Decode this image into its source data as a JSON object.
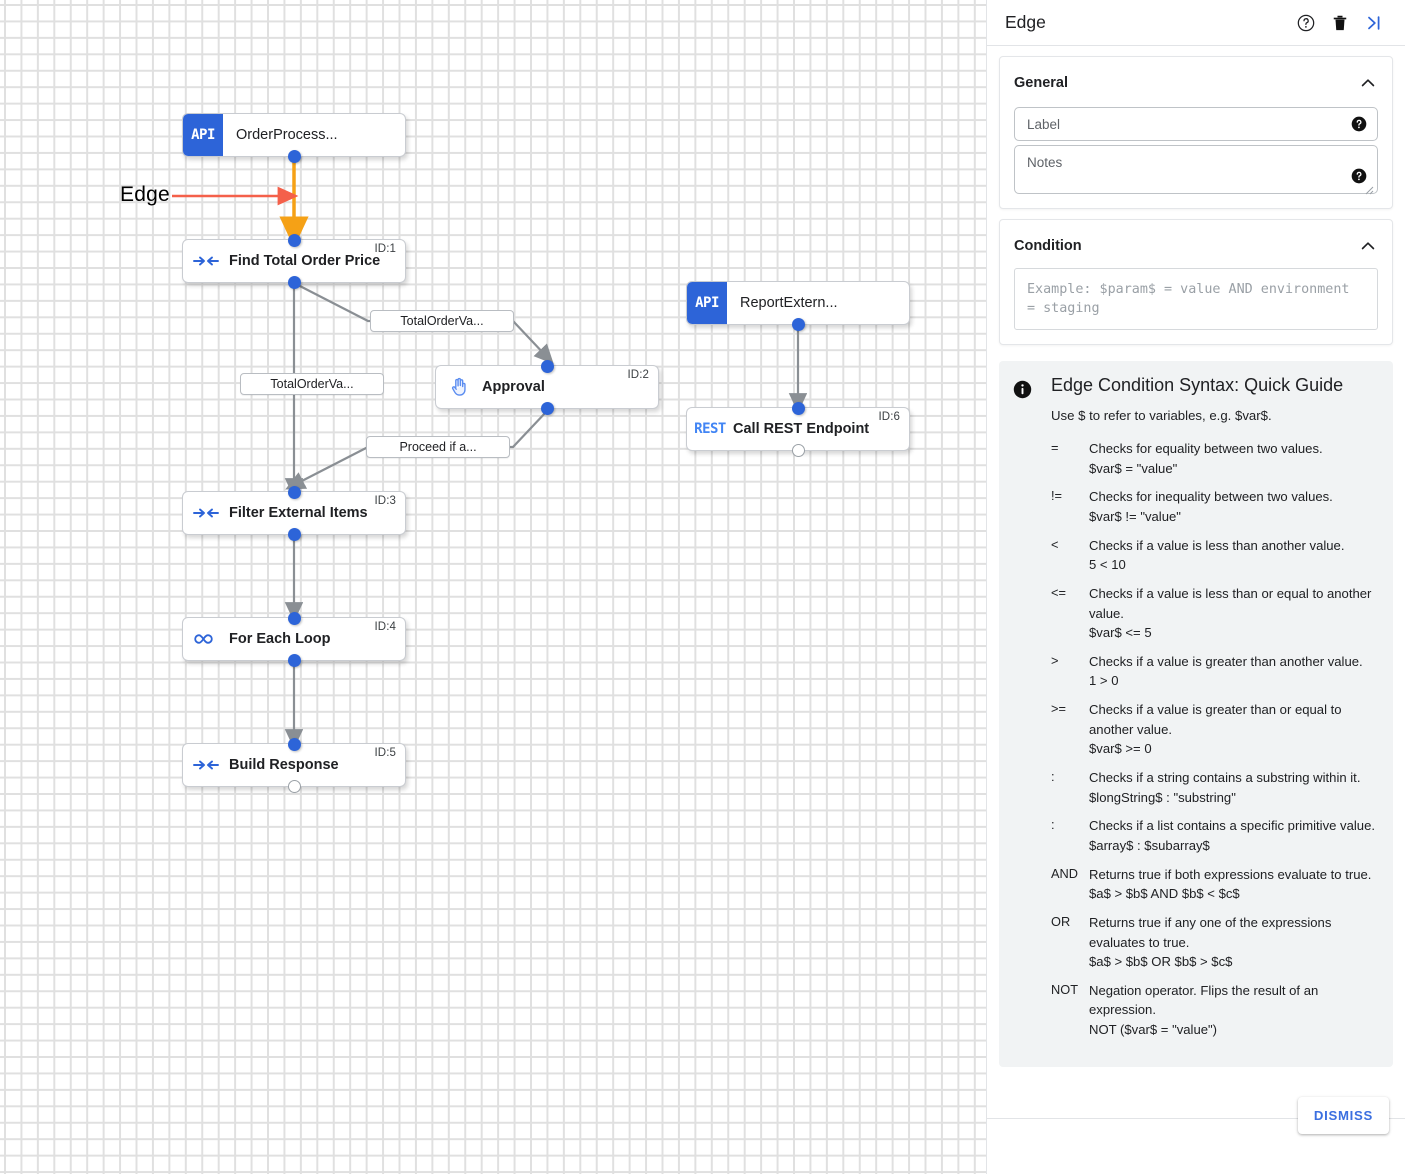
{
  "canvas": {
    "annotation": {
      "label": "Edge"
    },
    "nodes": [
      {
        "id": "n0",
        "kind": "api",
        "badge": "API",
        "title": "OrderProcess...",
        "idtag": ""
      },
      {
        "id": "n1",
        "kind": "task",
        "icon": "merge-arrows-icon",
        "title": "Find Total Order Price",
        "idtag": "ID:1"
      },
      {
        "id": "n2",
        "kind": "task",
        "icon": "hand-icon",
        "title": "Approval",
        "idtag": "ID:2"
      },
      {
        "id": "n3",
        "kind": "task",
        "icon": "merge-arrows-icon",
        "title": "Filter External Items",
        "idtag": "ID:3"
      },
      {
        "id": "n4",
        "kind": "task",
        "icon": "infinity-icon",
        "title": "For Each Loop",
        "idtag": "ID:4"
      },
      {
        "id": "n5",
        "kind": "task",
        "icon": "merge-arrows-icon",
        "title": "Build Response",
        "idtag": "ID:5"
      },
      {
        "id": "n6",
        "kind": "api",
        "badge": "API",
        "title": "ReportExtern...",
        "idtag": ""
      },
      {
        "id": "n7",
        "kind": "rest",
        "badge": "REST",
        "title": "Call REST Endpoint",
        "idtag": "ID:6"
      }
    ],
    "edge_labels": [
      {
        "text": "TotalOrderVa..."
      },
      {
        "text": "TotalOrderVa..."
      },
      {
        "text": "Proceed if a..."
      }
    ]
  },
  "panel": {
    "title": "Edge",
    "header_icons": [
      {
        "name": "help-circle-icon"
      },
      {
        "name": "trash-icon"
      },
      {
        "name": "collapse-panel-icon"
      }
    ],
    "general": {
      "heading": "General",
      "label_field_placeholder": "Label",
      "notes_field_placeholder": "Notes"
    },
    "condition": {
      "heading": "Condition",
      "placeholder": "Example: $param$ = value AND environment = staging"
    },
    "guide": {
      "title": "Edge Condition Syntax: Quick Guide",
      "intro": "Use $ to refer to variables, e.g. $var$.",
      "rows": [
        {
          "op": "=",
          "desc": "Checks for equality between two values.",
          "example": "$var$ = \"value\""
        },
        {
          "op": "!=",
          "desc": "Checks for inequality between two values.",
          "example": "$var$ != \"value\""
        },
        {
          "op": "<",
          "desc": "Checks if a value is less than another value.",
          "example": "5 < 10"
        },
        {
          "op": "<=",
          "desc": "Checks if a value is less than or equal to another value.",
          "example": "$var$ <= 5"
        },
        {
          "op": ">",
          "desc": "Checks if a value is greater than another value.",
          "example": "1 > 0"
        },
        {
          "op": ">=",
          "desc": "Checks if a value is greater than or equal to another value.",
          "example": "$var$ >= 0"
        },
        {
          "op": ":",
          "desc": "Checks if a string contains a substring within it.",
          "example": "$longString$ : \"substring\""
        },
        {
          "op": ":",
          "desc": "Checks if a list contains a specific primitive value.",
          "example": "$array$ : $subarray$"
        },
        {
          "op": "AND",
          "desc": "Returns true if both expressions evaluate to true.",
          "example": "$a$ > $b$ AND $b$ < $c$"
        },
        {
          "op": "OR",
          "desc": "Returns true if any one of the expressions evaluates to true.",
          "example": "$a$ > $b$ OR $b$ > $c$"
        },
        {
          "op": "NOT",
          "desc": "Negation operator. Flips the result of an expression.",
          "example": "NOT ($var$ = \"value\")"
        }
      ]
    },
    "dismiss_label": "DISMISS"
  },
  "colors": {
    "accent_blue": "#2d64d8",
    "link_blue": "#3b6fe0",
    "selected_edge": "#f5a116",
    "annotation_red": "#f4604a",
    "edge_gray": "#6f7478"
  }
}
